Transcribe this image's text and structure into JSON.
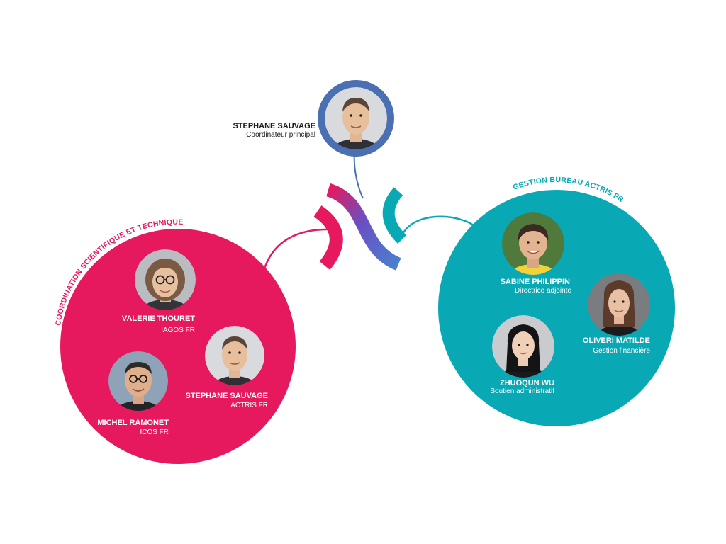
{
  "colors": {
    "background": "#ffffff",
    "coordinator_ring": "#4a6fb3",
    "pink": "#e6195f",
    "teal": "#08a8b4",
    "logo_purple": "#6a4fc2",
    "logo_blue": "#4a7fd0",
    "text_dark": "#1b1b1b",
    "text_on_color": "#ffffff"
  },
  "coordinator": {
    "name": "STEPHANE SAUVAGE",
    "role": "Coordinateur principal",
    "avatar": "man-short-hair-avatar-icon"
  },
  "logo": {
    "icon": "actris-logo-icon"
  },
  "groups": {
    "scientific": {
      "title": "COORDINATION SCIENTIFIQUE ET TECHNIQUE",
      "members": [
        {
          "name": "VALERIE THOURET",
          "role": "IAGOS FR",
          "avatar": "woman-glasses-avatar-icon"
        },
        {
          "name": "STEPHANE SAUVAGE",
          "role": "ACTRIS FR",
          "avatar": "man-short-hair-avatar-icon"
        },
        {
          "name": "MICHEL RAMONET",
          "role": "ICOS FR",
          "avatar": "man-glasses-avatar-icon"
        }
      ]
    },
    "office": {
      "title": "GESTION BUREAU ACTRIS FR",
      "members": [
        {
          "name": "SABINE PHILIPPIN",
          "role": "Directrice adjointe",
          "avatar": "woman-yellow-top-avatar-icon"
        },
        {
          "name": "OLIVERI MATILDE",
          "role": "Gestion financière",
          "avatar": "woman-long-hair-avatar-icon"
        },
        {
          "name": "ZHUOQUN WU",
          "role": "Soutien administratif",
          "avatar": "woman-dark-hair-avatar-icon"
        }
      ]
    }
  }
}
